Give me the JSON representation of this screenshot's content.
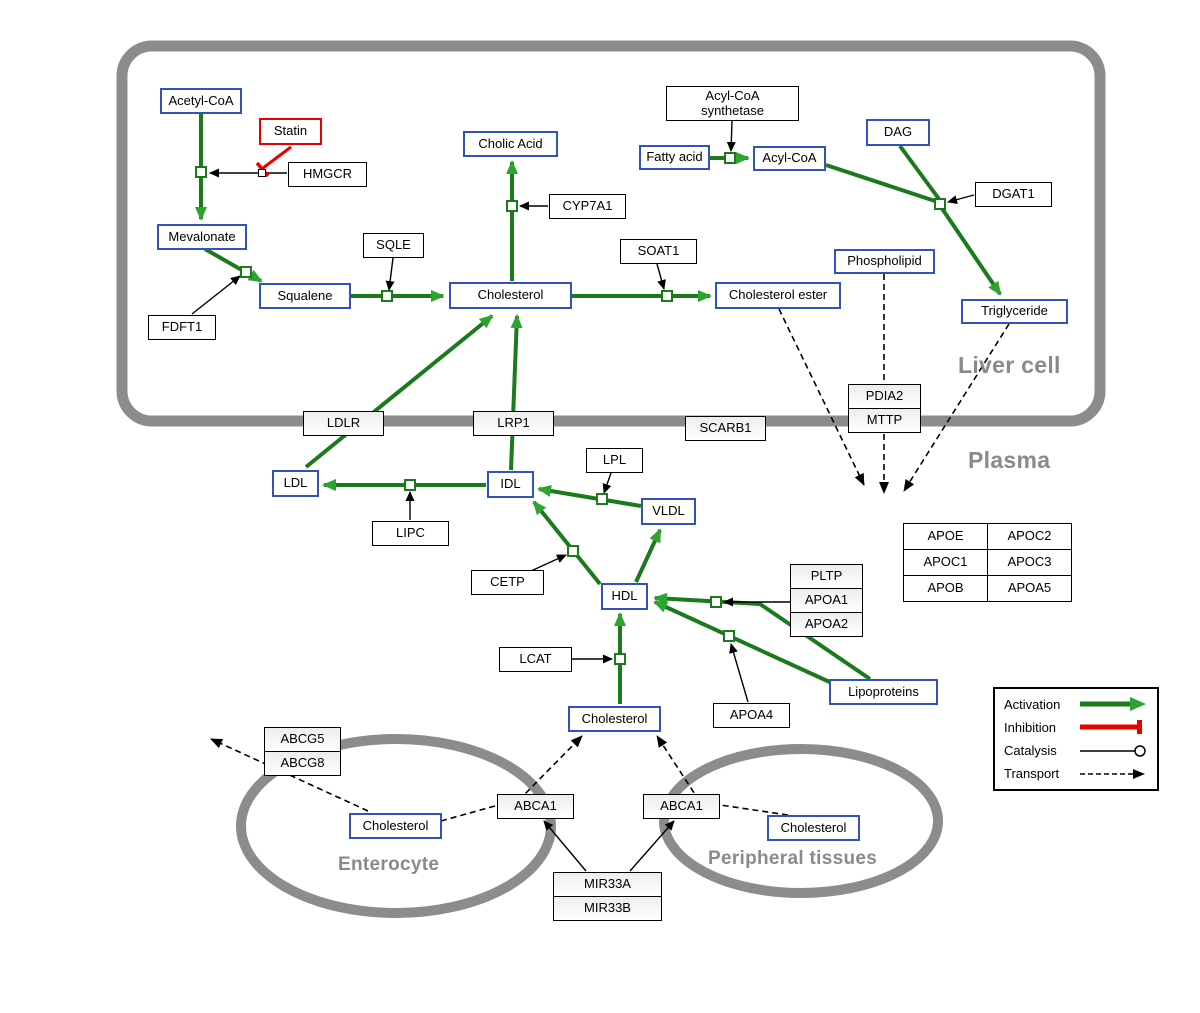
{
  "colors": {
    "activation_green": "#1b7a1b",
    "activation_arrow_green": "#2fa32f",
    "inhibition_red": "#e60000",
    "metabolite_border_blue": "#3352c1",
    "compartment_gray": "#8a8a8a"
  },
  "compartments": {
    "liver": "Liver cell",
    "plasma": "Plasma",
    "enterocyte": "Enterocyte",
    "peripheral": "Peripheral tissues"
  },
  "nodes": {
    "acetyl_coa": {
      "label": "Acetyl-CoA"
    },
    "statin": {
      "label": "Statin"
    },
    "hmgcr": {
      "label": "HMGCR"
    },
    "mevalonate": {
      "label": "Mevalonate"
    },
    "fdft1": {
      "label": "FDFT1"
    },
    "squalene": {
      "label": "Squalene"
    },
    "sqle": {
      "label": "SQLE"
    },
    "cholesterol_liver": {
      "label": "Cholesterol"
    },
    "cholic_acid": {
      "label": "Cholic Acid"
    },
    "cyp7a1": {
      "label": "CYP7A1"
    },
    "soat1": {
      "label": "SOAT1"
    },
    "cholesterol_ester": {
      "label": "Cholesterol ester"
    },
    "acyl_coa_synthetase": {
      "label": "Acyl-CoA synthetase"
    },
    "fatty_acid": {
      "label": "Fatty acid"
    },
    "acyl_coa": {
      "label": "Acyl-CoA"
    },
    "dag": {
      "label": "DAG"
    },
    "dgat1": {
      "label": "DGAT1"
    },
    "phospholipid": {
      "label": "Phospholipid"
    },
    "triglyceride": {
      "label": "Triglyceride"
    },
    "ldlr": {
      "label": "LDLR"
    },
    "lrp1": {
      "label": "LRP1"
    },
    "scarb1": {
      "label": "SCARB1"
    },
    "pdia2": {
      "label": "PDIA2"
    },
    "mttp": {
      "label": "MTTP"
    },
    "ldl": {
      "label": "LDL"
    },
    "idl": {
      "label": "IDL"
    },
    "lipc": {
      "label": "LIPC"
    },
    "lpl": {
      "label": "LPL"
    },
    "vldl": {
      "label": "VLDL"
    },
    "cetp": {
      "label": "CETP"
    },
    "hdl": {
      "label": "HDL"
    },
    "lcat": {
      "label": "LCAT"
    },
    "pltp": {
      "label": "PLTP"
    },
    "apoa1": {
      "label": "APOA1"
    },
    "apoa2": {
      "label": "APOA2"
    },
    "apoa4": {
      "label": "APOA4"
    },
    "lipoproteins": {
      "label": "Lipoproteins"
    },
    "cholesterol_plasma": {
      "label": "Cholesterol"
    },
    "abcg5": {
      "label": "ABCG5"
    },
    "abcg8": {
      "label": "ABCG8"
    },
    "cholesterol_enterocyte": {
      "label": "Cholesterol"
    },
    "abca1_left": {
      "label": "ABCA1"
    },
    "abca1_right": {
      "label": "ABCA1"
    },
    "mir33a": {
      "label": "MIR33A"
    },
    "mir33b": {
      "label": "MIR33B"
    },
    "cholesterol_peripheral": {
      "label": "Cholesterol"
    }
  },
  "apo_table": {
    "rows": [
      [
        "APOE",
        "APOC2"
      ],
      [
        "APOC1",
        "APOC3"
      ],
      [
        "APOB",
        "APOA5"
      ]
    ]
  },
  "legend": {
    "items": [
      "Activation",
      "Inhibition",
      "Catalysis",
      "Transport"
    ]
  }
}
